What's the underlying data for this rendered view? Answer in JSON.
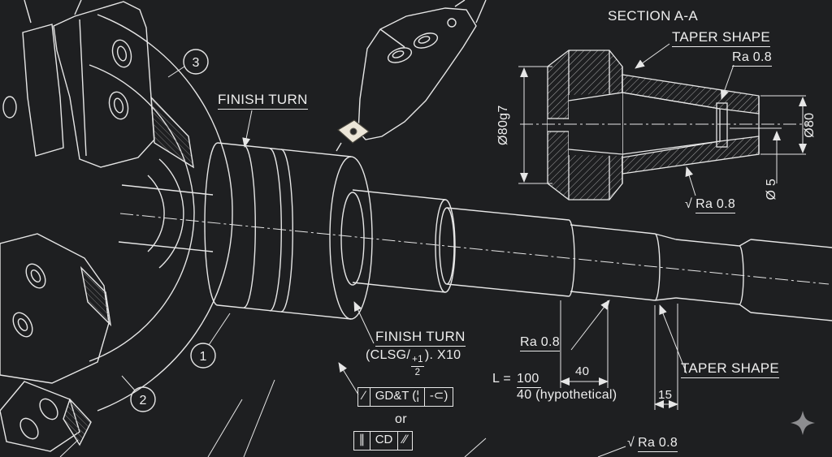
{
  "colors": {
    "background": "#1e1f21",
    "line": "#e6e6e6",
    "insert": "#ece6d8",
    "sparkle": "#8d8d90"
  },
  "section": {
    "title": "SECTION A-A",
    "taper_label": "TAPER SHAPE",
    "ra_top": "Ra 0.8",
    "dia_left": "Ø80g7",
    "dia_right": "Ø80",
    "dia_small": "Ø 5",
    "ra_bottom": "Ra 0.8"
  },
  "main": {
    "finish_turn_upper": "FINISH TURN",
    "finish_turn_lower": "FINISH TURN",
    "note_prefix": "(CLSG/",
    "note_frac_num": "+1",
    "note_frac_den": "2",
    "note_suffix": "). X10",
    "ra_mid": "Ra 0.8",
    "length_label": "L =",
    "length_top": "100",
    "length_bottom": "40 (hypothetical)",
    "dim_40": "40",
    "dim_15": "15",
    "taper_shape": "TAPER SHAPE",
    "ra_bottom": "Ra 0.8"
  },
  "balloons": {
    "one": "1",
    "two": "2",
    "three": "3"
  },
  "frames": {
    "gdt": {
      "cell1": "∕",
      "cell2": "GD&T (¦",
      "cell3": "-⊂)"
    },
    "or_label": "or",
    "cd": {
      "cell1": "∥",
      "cell2": "CD",
      "cell3": "∕∕"
    }
  },
  "symbols": {
    "surface_finish": "√",
    "sparkle_icon": "four-pointed-star"
  }
}
